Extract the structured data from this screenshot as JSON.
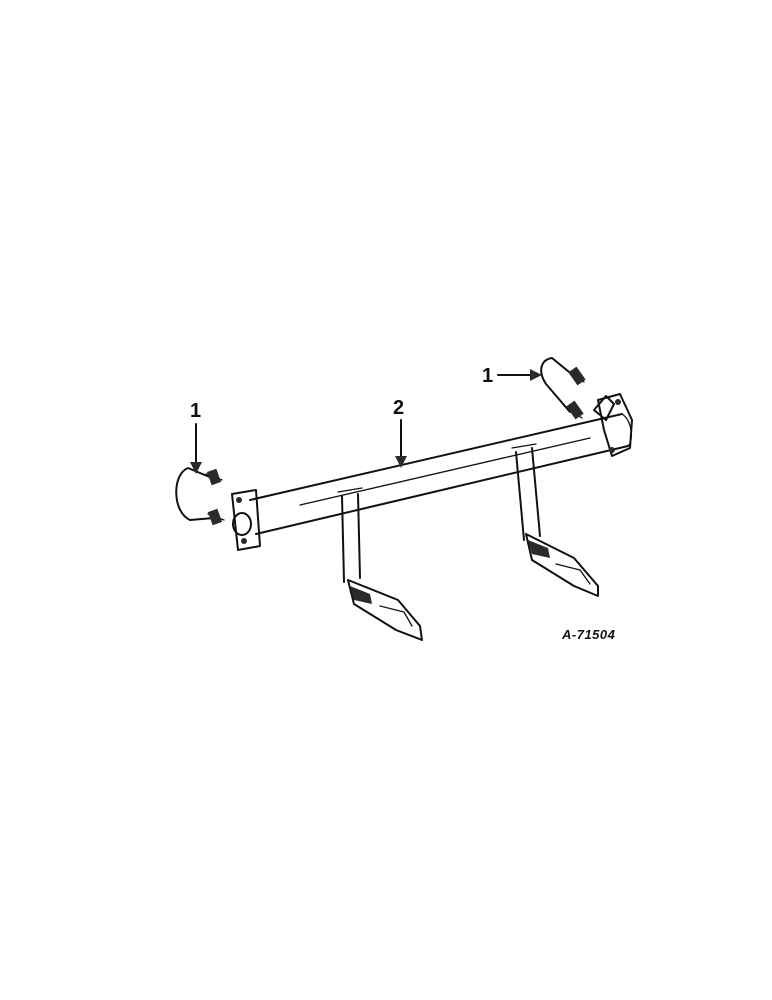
{
  "diagram": {
    "callouts": [
      {
        "label": "1"
      },
      {
        "label": "2"
      },
      {
        "label": "1"
      }
    ],
    "reference": "A-71504",
    "ink_color": "#111111",
    "background_color": "#ffffff"
  }
}
